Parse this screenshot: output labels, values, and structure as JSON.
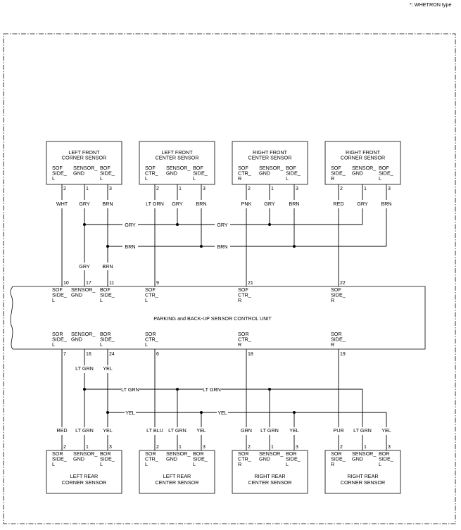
{
  "note": "*: WHETRON type",
  "front_sensors": [
    {
      "title": [
        "LEFT FRONT",
        "CORNER SENSOR"
      ],
      "pins": [
        {
          "label": [
            "SOF",
            "SIDE_",
            "L"
          ],
          "num": "2",
          "color": "WHT"
        },
        {
          "label": [
            "SENSOR_",
            "GND"
          ],
          "num": "1",
          "color": "GRY"
        },
        {
          "label": [
            "BOF",
            "SIDE_",
            "L"
          ],
          "num": "3",
          "color": "BRN"
        }
      ]
    },
    {
      "title": [
        "LEFT FRONT",
        "CENTER SENSOR"
      ],
      "pins": [
        {
          "label": [
            "SOF",
            "CTR_",
            "L"
          ],
          "num": "2",
          "color": "LT GRN"
        },
        {
          "label": [
            "SENSOR_",
            "GND"
          ],
          "num": "1",
          "color": "GRY"
        },
        {
          "label": [
            "BOF",
            "SIDE_",
            "L"
          ],
          "num": "3",
          "color": "BRN"
        }
      ]
    },
    {
      "title": [
        "RIGHT FRONT",
        "CENTER SENSOR"
      ],
      "pins": [
        {
          "label": [
            "SOF",
            "CTR_",
            "R"
          ],
          "num": "2",
          "color": "PNK"
        },
        {
          "label": [
            "SENSOR_",
            "GND"
          ],
          "num": "1",
          "color": "GRY"
        },
        {
          "label": [
            "BOF",
            "SIDE_",
            "L"
          ],
          "num": "3",
          "color": "BRN"
        }
      ]
    },
    {
      "title": [
        "RIGHT FRONT",
        "CORNER SENSOR"
      ],
      "pins": [
        {
          "label": [
            "SOF",
            "SIDE_",
            "R"
          ],
          "num": "2",
          "color": "RED"
        },
        {
          "label": [
            "SENSOR_",
            "GND"
          ],
          "num": "1",
          "color": "GRY"
        },
        {
          "label": [
            "BOF",
            "SIDE_",
            "L"
          ],
          "num": "3",
          "color": "BRN"
        }
      ]
    }
  ],
  "rear_sensors": [
    {
      "title": [
        "LEFT REAR",
        "CORNER SENSOR"
      ],
      "pins": [
        {
          "label": [
            "SOR",
            "SIDE_",
            "L"
          ],
          "num": "2",
          "color": "RED"
        },
        {
          "label": [
            "SENSOR_",
            "GND"
          ],
          "num": "1",
          "color": "LT GRN"
        },
        {
          "label": [
            "BOR",
            "SIDE_",
            "L"
          ],
          "num": "3",
          "color": "YEL"
        }
      ]
    },
    {
      "title": [
        "LEFT REAR",
        "CENTER SENSOR"
      ],
      "pins": [
        {
          "label": [
            "SOR",
            "CTR_",
            "L"
          ],
          "num": "2",
          "color": "LT BLU"
        },
        {
          "label": [
            "SENSOR_",
            "GND"
          ],
          "num": "1",
          "color": "LT GRN"
        },
        {
          "label": [
            "BOR",
            "SIDE_",
            "L"
          ],
          "num": "3",
          "color": "YEL"
        }
      ]
    },
    {
      "title": [
        "RIGHT REAR",
        "CENTER SENSOR"
      ],
      "pins": [
        {
          "label": [
            "SOR",
            "CTR_",
            "R"
          ],
          "num": "2",
          "color": "GRN"
        },
        {
          "label": [
            "SENSOR_",
            "GND"
          ],
          "num": "1",
          "color": "LT GRN"
        },
        {
          "label": [
            "BOR",
            "SIDE_",
            "L"
          ],
          "num": "3",
          "color": "YEL"
        }
      ]
    },
    {
      "title": [
        "RIGHT REAR",
        "CORNER SENSOR"
      ],
      "pins": [
        {
          "label": [
            "SOR",
            "SIDE_",
            "R"
          ],
          "num": "2",
          "color": "PUR"
        },
        {
          "label": [
            "SENSOR_",
            "GND"
          ],
          "num": "1",
          "color": "LT GRN"
        },
        {
          "label": [
            "BOR",
            "SIDE_",
            "L"
          ],
          "num": "3",
          "color": "YEL"
        }
      ]
    }
  ],
  "control_unit": {
    "title": "PARKING and BACK-UP SENSOR CONTROL UNIT",
    "front_pins": [
      {
        "label": [
          "SOF",
          "SIDE_",
          "L"
        ],
        "num": "10"
      },
      {
        "label": [
          "SENSOR_",
          "GND"
        ],
        "num": "17",
        "color": "GRY"
      },
      {
        "label": [
          "BOF",
          "SIDE_",
          "L"
        ],
        "num": "11",
        "color": "BRN"
      },
      {
        "label": [
          "SOF",
          "CTR_",
          "L"
        ],
        "num": "9"
      },
      {
        "label": [
          "SOF",
          "CTR_",
          "R"
        ],
        "num": "21"
      },
      {
        "label": [
          "SOF",
          "SIDE_",
          "R"
        ],
        "num": "22"
      }
    ],
    "rear_pins": [
      {
        "label": [
          "SOR",
          "SIDE_",
          "L"
        ],
        "num": "7"
      },
      {
        "label": [
          "SENSOR_",
          "GND"
        ],
        "num": "16",
        "color": "LT GRN"
      },
      {
        "label": [
          "BOR",
          "SIDE_",
          "L"
        ],
        "num": "24",
        "color": "YEL"
      },
      {
        "label": [
          "SOR",
          "CTR_",
          "L"
        ],
        "num": "6"
      },
      {
        "label": [
          "SOR",
          "CTR_",
          "R"
        ],
        "num": "18"
      },
      {
        "label": [
          "SOR",
          "SIDE_",
          "R"
        ],
        "num": "19"
      }
    ]
  },
  "buses": {
    "front_gnd": [
      "GRY",
      "GRY"
    ],
    "front_bof": [
      "BRN",
      "BRN"
    ],
    "rear_gnd": [
      "LT GRN",
      "LT GRN"
    ],
    "rear_bor": [
      "YEL",
      "YEL"
    ]
  }
}
